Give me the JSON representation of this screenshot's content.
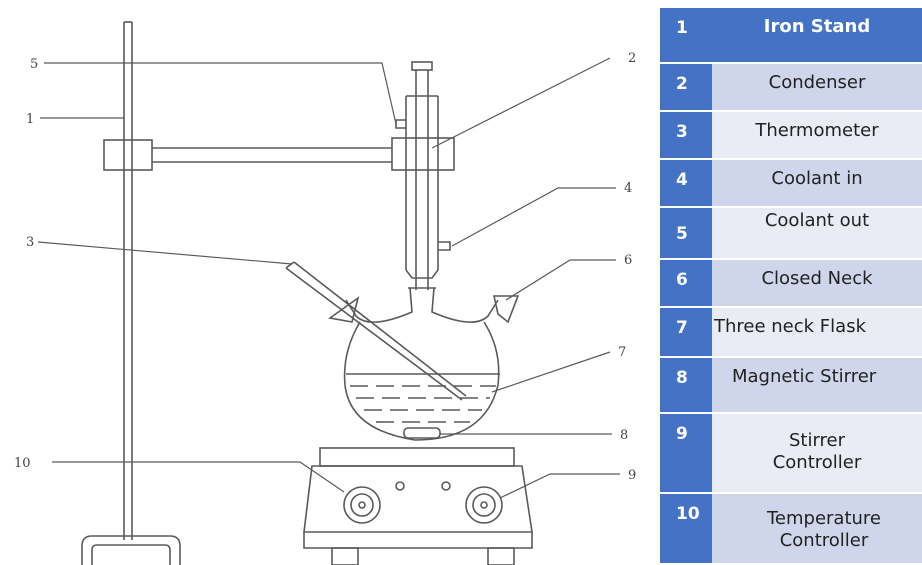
{
  "colors": {
    "header": "#4472c4",
    "row_dark": "#cfd5ea",
    "row_light": "#e9ebf5",
    "line": "#5a5a5a"
  },
  "callouts": [
    "1",
    "2",
    "3",
    "4",
    "5",
    "6",
    "7",
    "8",
    "9",
    "10"
  ],
  "legend": [
    {
      "num": "1",
      "label": "Iron Stand"
    },
    {
      "num": "2",
      "label": "Condenser"
    },
    {
      "num": "3",
      "label": "Thermometer"
    },
    {
      "num": "4",
      "label": "Coolant in"
    },
    {
      "num": "5",
      "label": "Coolant out"
    },
    {
      "num": "6",
      "label": "Closed Neck"
    },
    {
      "num": "7",
      "label": "Three neck Flask"
    },
    {
      "num": "8",
      "label": "Magnetic Stirrer"
    },
    {
      "num": "9",
      "label": "Stirrer Controller"
    },
    {
      "num": "10",
      "label": "Temperature Controller"
    }
  ]
}
